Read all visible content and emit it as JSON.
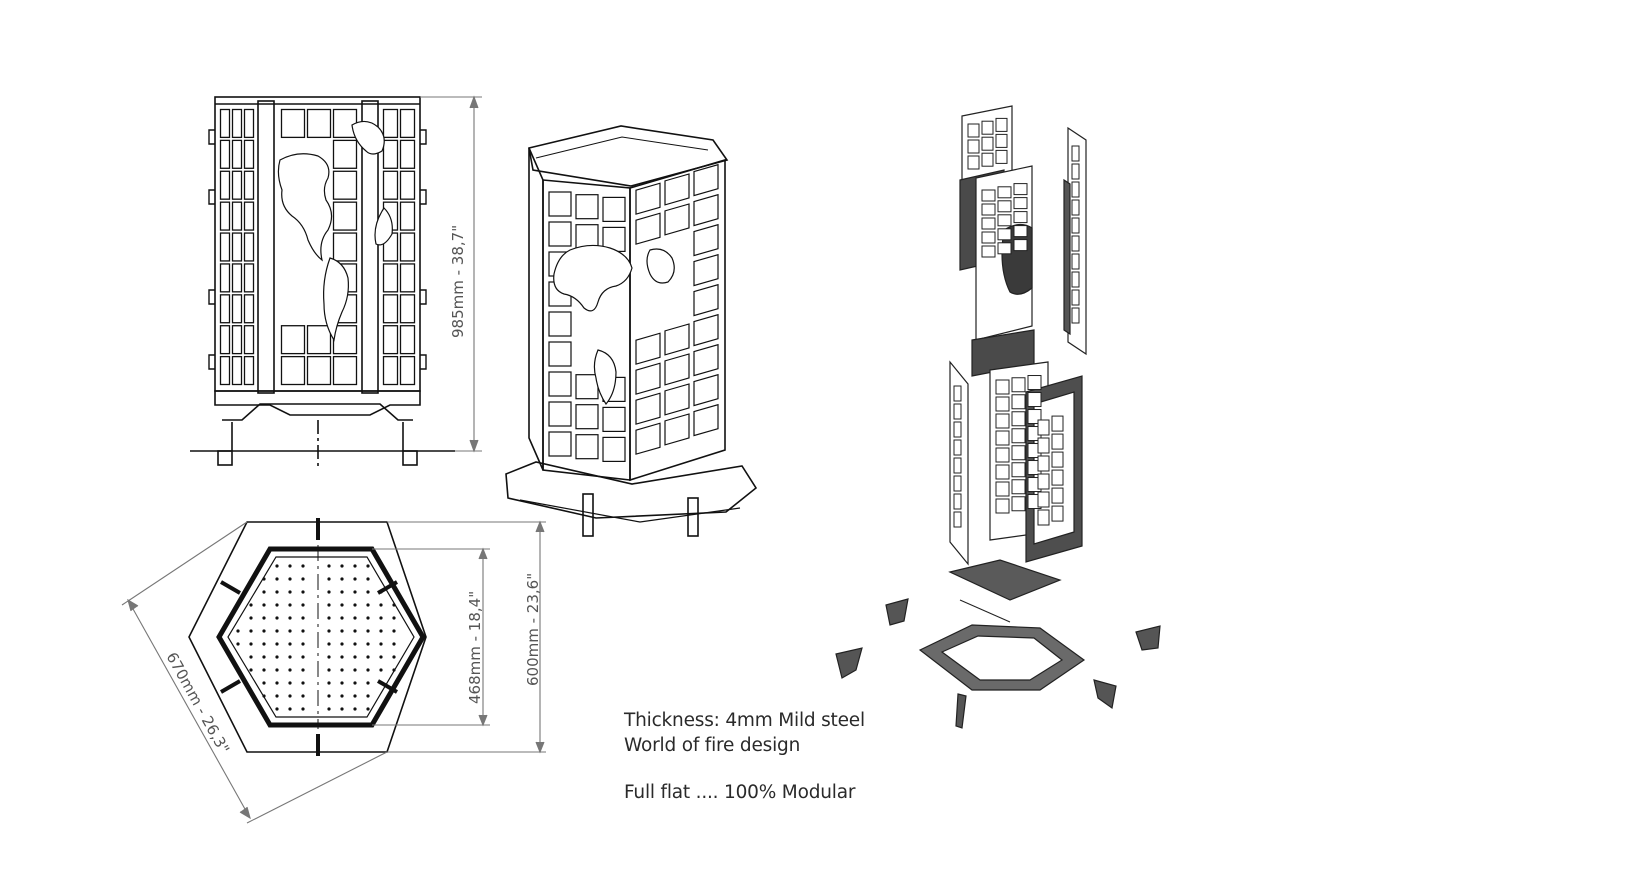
{
  "dimensions": {
    "height": "985mm - 38,7\"",
    "inner_width": "468mm - 18,4\"",
    "outer_width": "600mm - 23,6\"",
    "diagonal": "670mm - 26,3\""
  },
  "notes": {
    "line1": "Thickness: 4mm Mild steel",
    "line2": "World of fire design",
    "line3": "Full flat .... 100% Modular"
  },
  "colors": {
    "line": "#111111",
    "dimension": "#777777",
    "steel_dark": "#3a3a3a",
    "steel_mid": "#6a6a6a"
  }
}
